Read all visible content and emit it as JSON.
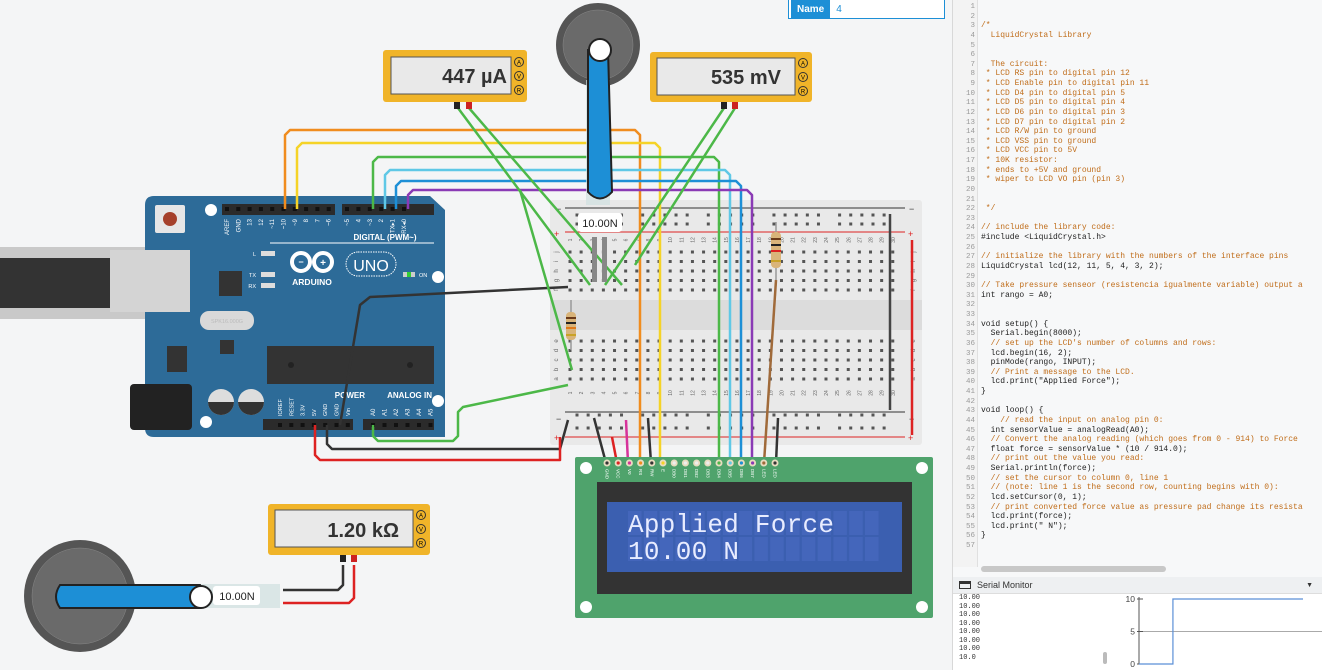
{
  "properties": {
    "name_label": "Name",
    "name_value": "4"
  },
  "multimeters": [
    {
      "reading": "447 µA",
      "modes": [
        "A",
        "V",
        "R"
      ]
    },
    {
      "reading": "535 mV",
      "modes": [
        "A",
        "V",
        "R"
      ]
    },
    {
      "reading": "1.20 kΩ",
      "modes": [
        "A",
        "V",
        "R"
      ]
    }
  ],
  "force_sensors": [
    {
      "label": "10.00N"
    },
    {
      "label": "10.00N"
    }
  ],
  "arduino": {
    "brand": "ARDUINO",
    "model": "UNO",
    "digital_label": "DIGITAL (PWM~)",
    "power_label": "POWER",
    "analog_label": "ANALOG IN",
    "leds": [
      "L",
      "TX",
      "RX"
    ],
    "on_label": "ON",
    "digital_pins": [
      "AREF",
      "GND",
      "13",
      "12",
      "~11",
      "~10",
      "~9",
      "8",
      "7",
      "~6",
      "~5",
      "4",
      "~3",
      "2",
      "TX▸1",
      "RX◂0"
    ],
    "power_pins": [
      "IOREF",
      "RESET",
      "3.3V",
      "5V",
      "GND",
      "GND",
      "Vin"
    ],
    "analog_pins": [
      "A0",
      "A1",
      "A2",
      "A3",
      "A4",
      "A5"
    ],
    "crystal": "SPK16.000G"
  },
  "breadboard": {
    "columns": [
      "1",
      "2",
      "3",
      "4",
      "5",
      "6",
      "7",
      "8",
      "9",
      "10",
      "11",
      "12",
      "13",
      "14",
      "15",
      "16",
      "17",
      "18",
      "19",
      "20",
      "21",
      "22",
      "23",
      "24",
      "25",
      "26",
      "27",
      "28",
      "29",
      "30"
    ],
    "rows_top": [
      "j",
      "i",
      "h",
      "g",
      "f"
    ],
    "rows_bottom": [
      "e",
      "d",
      "c",
      "b",
      "a"
    ],
    "rail_minus": "−",
    "rail_plus": "+"
  },
  "lcd": {
    "pins": [
      "GND",
      "VCC",
      "V0",
      "RS",
      "RW",
      "E",
      "DB0",
      "DB1",
      "DB2",
      "DB3",
      "DB4",
      "DB5",
      "DB6",
      "DB7",
      "LED",
      "LED"
    ],
    "line1": "Applied Force",
    "line2": "10.00 N",
    "bg_color": "#3b5fb0"
  },
  "code": {
    "lines": [
      "",
      "",
      "/*",
      "  LiquidCrystal Library",
      "",
      "",
      "  The circuit:",
      " * LCD RS pin to digital pin 12",
      " * LCD Enable pin to digital pin 11",
      " * LCD D4 pin to digital pin 5",
      " * LCD D5 pin to digital pin 4",
      " * LCD D6 pin to digital pin 3",
      " * LCD D7 pin to digital pin 2",
      " * LCD R/W pin to ground",
      " * LCD VSS pin to ground",
      " * LCD VCC pin to 5V",
      " * 10K resistor:",
      " * ends to +5V and ground",
      " * wiper to LCD VO pin (pin 3)",
      "",
      "",
      " */",
      "",
      "// include the library code:",
      "#include <LiquidCrystal.h>",
      "",
      "// initialize the library with the numbers of the interface pins",
      "LiquidCrystal lcd(12, 11, 5, 4, 3, 2);",
      "",
      "// Take pressure senseor (resistencia igualmente variable) output a",
      "int rango = A0;",
      "",
      "",
      "void setup() {",
      "  Serial.begin(8000);",
      "  // set up the LCD's number of columns and rows:",
      "  lcd.begin(16, 2);",
      "  pinMode(rango, INPUT);",
      "  // Print a message to the LCD.",
      "  lcd.print(\"Applied Force\");",
      "}",
      "",
      "void loop() {",
      "    // read the input on analog pin 0:",
      "  int sensorValue = analogRead(A0);",
      "  // Convert the analog reading (which goes from 0 - 914) to Force",
      "  float force = sensorValue * (10 / 914.0);",
      "  // print out the value you read:",
      "  Serial.println(force);",
      "  // set the cursor to column 0, line 1",
      "  // (note: line 1 is the second row, counting begins with 0):",
      "  lcd.setCursor(0, 1);",
      "  // print converted force value as pressure pad change its resista",
      "  lcd.print(force);",
      "  lcd.print(\" N\");",
      "}",
      ""
    ]
  },
  "serial_monitor": {
    "title": "Serial Monitor",
    "output": [
      "10.00",
      "10.00",
      "10.00",
      "10.00",
      "10.00",
      "10.00",
      "10.00",
      "10.0"
    ],
    "plotter": {
      "y_ticks": [
        "10",
        "5",
        "0"
      ],
      "ylim": [
        0,
        10
      ],
      "values": [
        0,
        0,
        0,
        0,
        0,
        0,
        10,
        10,
        10,
        10,
        10,
        10,
        10,
        10,
        10,
        10,
        10,
        10,
        10,
        10,
        10,
        10,
        10,
        10,
        10,
        10,
        10,
        10,
        10,
        10
      ]
    }
  }
}
